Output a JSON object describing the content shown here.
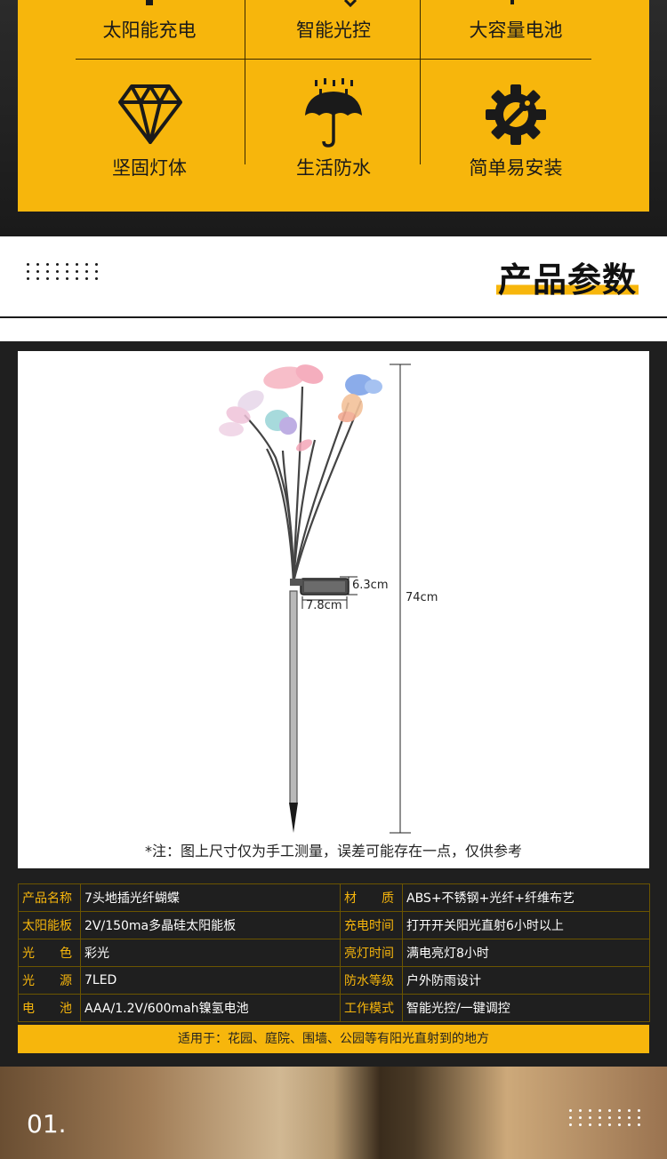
{
  "features": [
    {
      "label": "太阳能充电",
      "icon": "solar-panel-icon"
    },
    {
      "label": "智能光控",
      "icon": "light-sensor-icon"
    },
    {
      "label": "大容量电池",
      "icon": "battery-icon"
    },
    {
      "label": "坚固灯体",
      "icon": "diamond-icon"
    },
    {
      "label": "生活防水",
      "icon": "umbrella-rain-icon"
    },
    {
      "label": "简单易安装",
      "icon": "gear-wrench-icon"
    }
  ],
  "section_title": "产品参数",
  "product_image": {
    "dimensions": {
      "panel_height": "6.3cm",
      "panel_width": "7.8cm",
      "total_height": "74cm"
    },
    "note": "*注：图上尺寸仅为手工测量，误差可能存在一点，仅供参考"
  },
  "specs": {
    "rows": [
      {
        "k1": "产品名称",
        "v1": "7头地插光纤蝴蝶",
        "k2": "材　　质",
        "v2": "ABS+不锈钢+光纤+纤维布艺"
      },
      {
        "k1": "太阳能板",
        "v1": "2V/150ma多晶硅太阳能板",
        "k2": "充电时间",
        "v2": "打开开关阳光直射6小时以上"
      },
      {
        "k1": "光　　色",
        "v1": "彩光",
        "k2": "亮灯时间",
        "v2": "满电亮灯8小时"
      },
      {
        "k1": "光　　源",
        "v1": "7LED",
        "k2": "防水等级",
        "v2": "户外防雨设计"
      },
      {
        "k1": "电　　池",
        "v1": "AAA/1.2V/600mah镍氢电池",
        "k2": "工作模式",
        "v2": "智能光控/一键调控"
      }
    ],
    "footer": "适用于：花园、庭院、围墙、公园等有阳光直射到的地方"
  },
  "banner": {
    "number": "01."
  },
  "colors": {
    "accent": "#f7b60c",
    "dark": "#1f1f1f"
  }
}
